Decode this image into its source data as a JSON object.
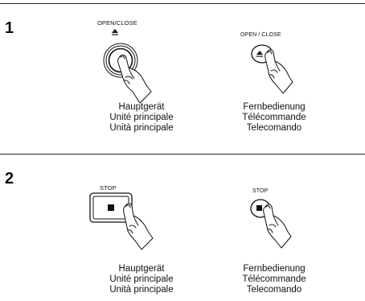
{
  "sections": [
    {
      "step": "1",
      "main_button_label": "OPEN/CLOSE",
      "remote_button_label": "OPEN / CLOSE",
      "main_caption": [
        "Hauptgerät",
        "Unité principale",
        "Unità principale"
      ],
      "remote_caption": [
        "Fernbedienung",
        "Télécommande",
        "Telecomando"
      ]
    },
    {
      "step": "2",
      "main_button_label": "STOP",
      "remote_button_label": "STOP",
      "main_caption": [
        "Hauptgerät",
        "Unité principale",
        "Unità principale"
      ],
      "remote_caption": [
        "Fernbedienung",
        "Télécommande",
        "Telecomando"
      ]
    }
  ]
}
